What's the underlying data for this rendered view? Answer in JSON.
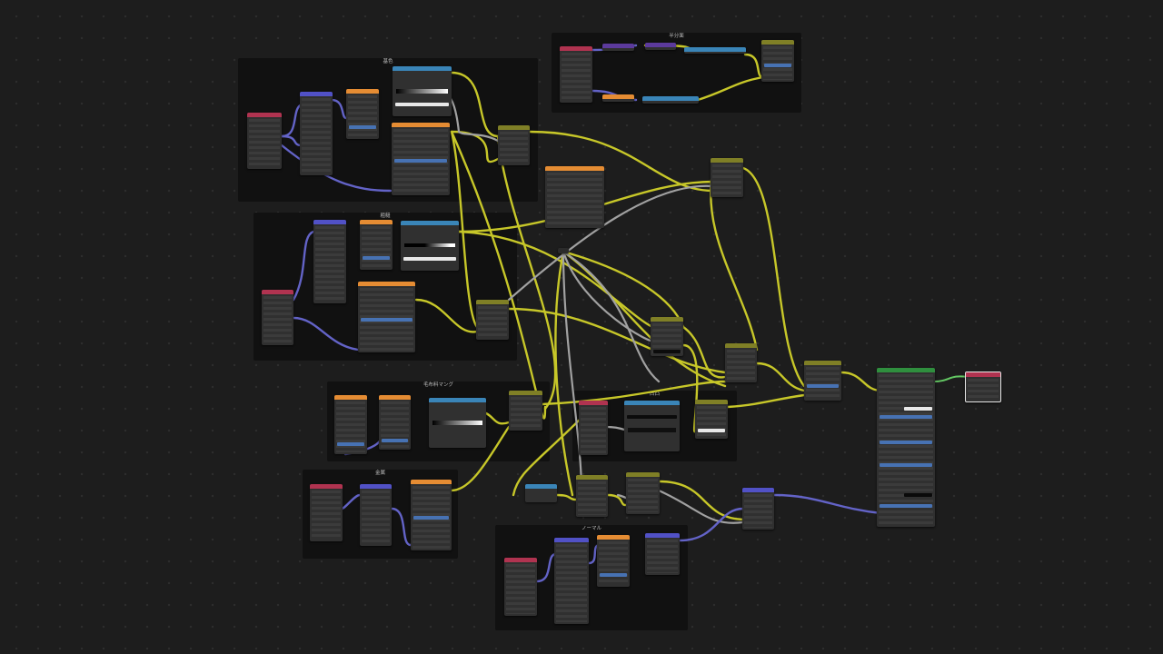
{
  "app": "node-editor",
  "frames": [
    {
      "id": "frame-base",
      "label": "基色"
    },
    {
      "id": "frame-rough",
      "label": "粗糙"
    },
    {
      "id": "frame-ao",
      "label": "毛布料マング"
    },
    {
      "id": "frame-metal",
      "label": "金属"
    },
    {
      "id": "frame-normal",
      "label": "ノーマル"
    },
    {
      "id": "frame-top",
      "label": "半分面"
    },
    {
      "id": "frame-mid",
      "label": "凹凸"
    }
  ],
  "wire_colors": {
    "color": "#c7c729",
    "float": "#a1a1a1",
    "vector": "#6363c7",
    "shader": "#63c763"
  },
  "node_colors": {
    "texture": "#e58c33",
    "mapping": "#5151c6",
    "converter": "#3a85b8",
    "shader": "#2f8f3e",
    "mix": "#7f7f26",
    "input": "#b03350"
  }
}
